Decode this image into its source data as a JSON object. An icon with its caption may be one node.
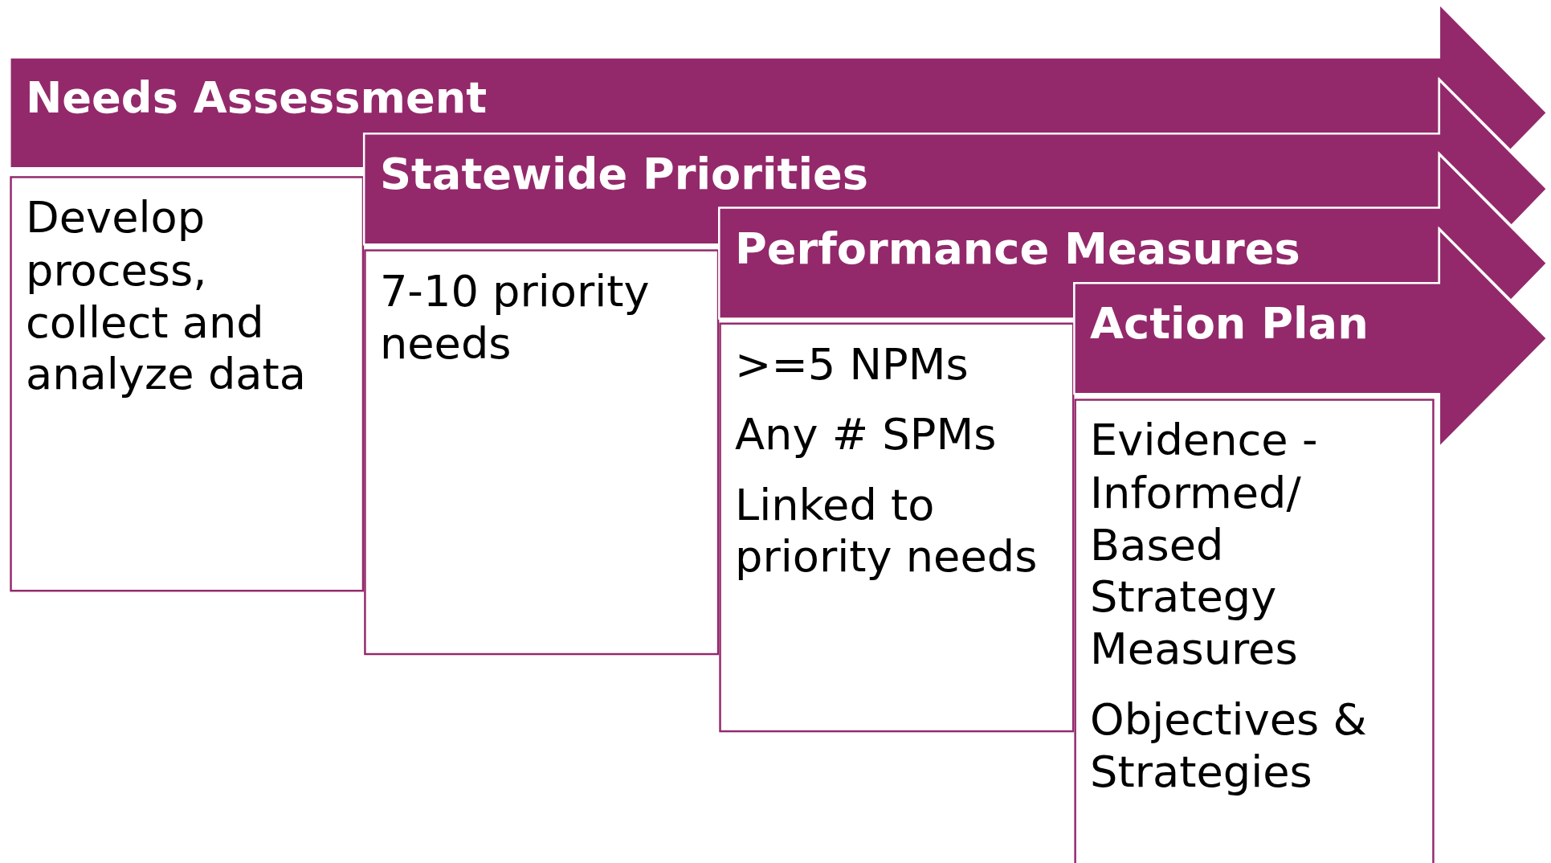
{
  "diagram": {
    "nodes": [
      {
        "text": [
          "Needs Assessment"
        ]
      },
      {
        "text": [
          "Develop process, collect and analyze data"
        ]
      },
      {
        "text": [
          "Statewide Priorities"
        ]
      },
      {
        "text": [
          "7-10 priority needs"
        ]
      },
      {
        "text": [
          "Performance Measures"
        ]
      },
      {
        "text": [
          ">=5 NPMs",
          "Any # SPMs",
          "Linked to priority needs"
        ]
      },
      {
        "text": [
          "Action Plan"
        ]
      },
      {
        "text": [
          "Evidence - Informed/ Based Strategy Measures",
          "Objectives & Strategies"
        ]
      }
    ]
  }
}
